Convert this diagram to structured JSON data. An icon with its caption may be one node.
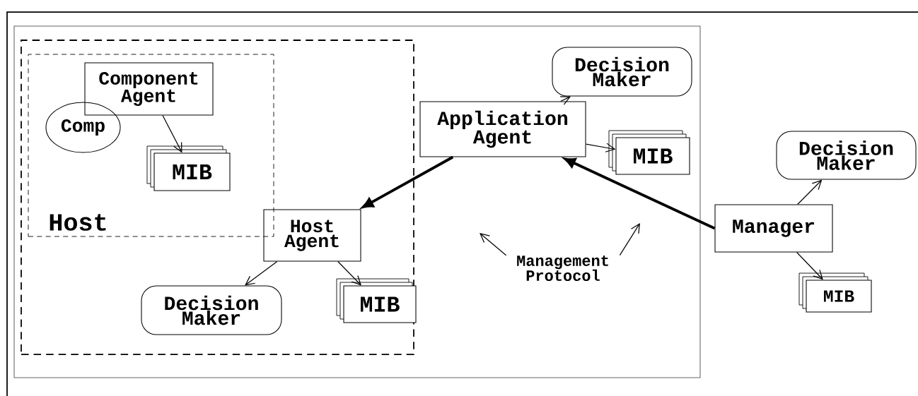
{
  "diagram": {
    "nodes": [
      {
        "text": [],
        "shape": "box"
      },
      {
        "text": [],
        "shape": "box",
        "in": 0
      },
      {
        "text": [
          "Host"
        ],
        "in": 1
      },
      {
        "text": [
          "Component Agent"
        ],
        "in": 2
      },
      {
        "text": [
          "Comp"
        ],
        "in": 2
      },
      {
        "text": [
          "MIB"
        ],
        "in": 2
      },
      {
        "text": [
          "Host Agent"
        ],
        "in": 1
      },
      {
        "text": [
          "Decision Maker"
        ],
        "in": 1
      },
      {
        "text": [
          "MIB"
        ],
        "in": 1
      },
      {
        "text": [
          "Application Agent"
        ],
        "in": 0
      },
      {
        "text": [
          "Decision Maker"
        ],
        "in": 0
      },
      {
        "text": [
          "MIB"
        ],
        "in": 0
      },
      {
        "text": [
          "Management Protocol"
        ],
        "in": 0
      },
      {
        "text": [
          "Decision Maker"
        ]
      },
      {
        "text": [
          "Manager"
        ]
      },
      {
        "text": [
          "MIB"
        ]
      }
    ],
    "edges": [
      {
        "from": 3,
        "to": 5,
        "arrow": "to"
      },
      {
        "from": 6,
        "to": 7,
        "arrow": "to"
      },
      {
        "from": 6,
        "to": 8,
        "arrow": "to"
      },
      {
        "from": 9,
        "to": 10,
        "arrow": "to"
      },
      {
        "from": 9,
        "to": 11,
        "arrow": "to"
      },
      {
        "from": 9,
        "to": 6,
        "arrow": "to",
        "style": "thick"
      },
      {
        "from": 14,
        "to": 9,
        "arrow": "to",
        "style": "thick"
      },
      {
        "from": 14,
        "to": 13,
        "arrow": "to"
      },
      {
        "from": 14,
        "to": 15,
        "arrow": "to"
      },
      {
        "from": 12,
        "to": null,
        "arrow": "to"
      },
      {
        "from": 12,
        "to": null,
        "arrow": "to"
      }
    ]
  }
}
